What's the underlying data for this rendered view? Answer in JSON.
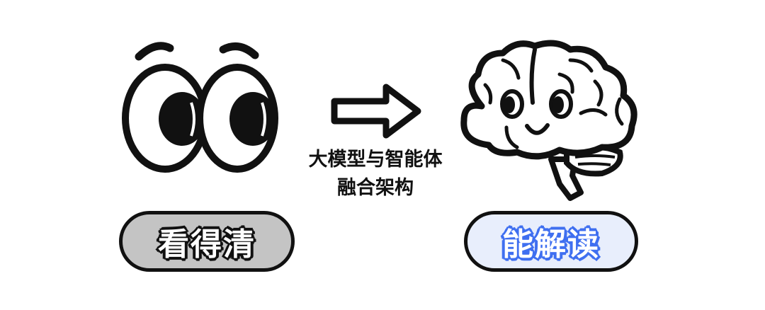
{
  "left": {
    "icon": "cartoon-eyes",
    "label": "看得清",
    "pill_color": "#c4c4c4",
    "outline_color": "#111111"
  },
  "center": {
    "icon": "right-arrow",
    "caption_line1": "大模型与智能体",
    "caption_line2": "融合架构"
  },
  "right": {
    "icon": "cartoon-brain",
    "label": "能解读",
    "pill_color": "#e8eefc",
    "outline_color": "#3f6ff0"
  }
}
